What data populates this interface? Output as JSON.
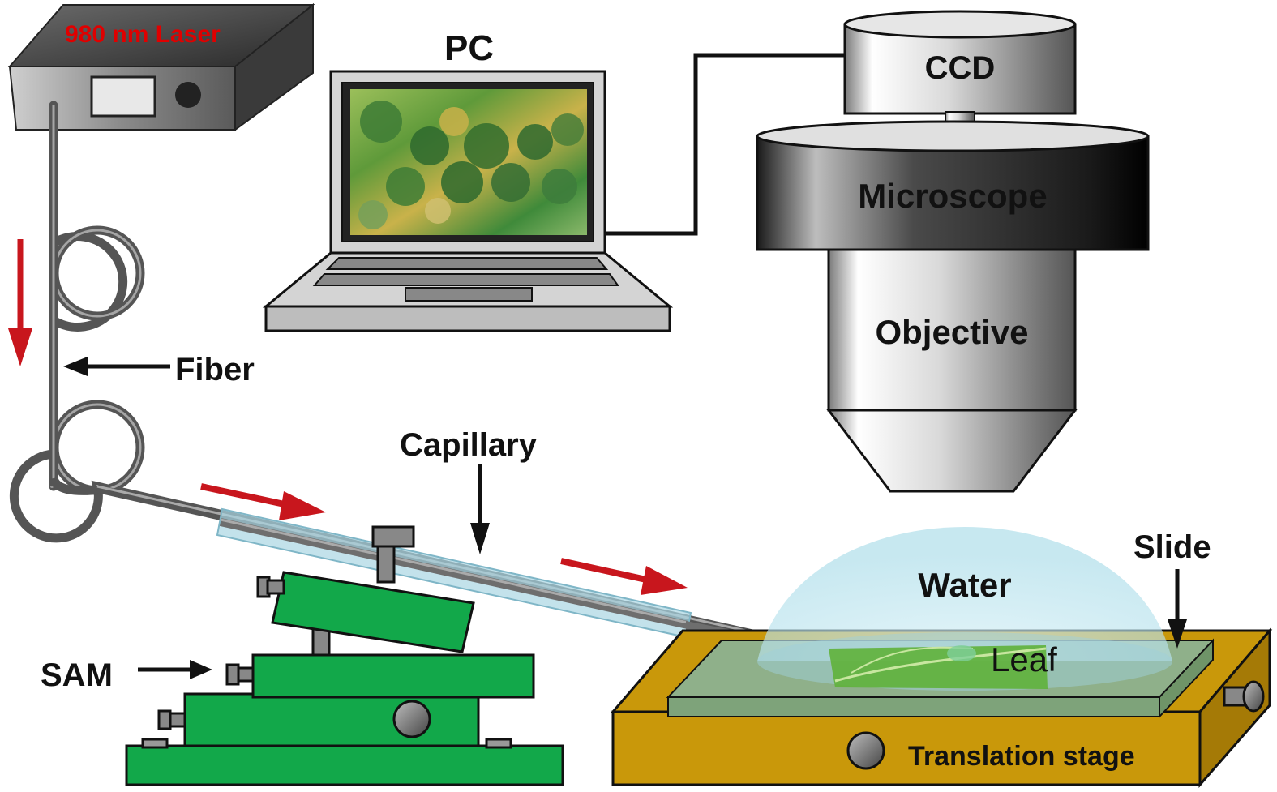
{
  "labels": {
    "laser": "980 nm Laser",
    "pc": "PC",
    "ccd": "CCD",
    "microscope": "Microscope",
    "objective": "Objective",
    "fiber": "Fiber",
    "capillary": "Capillary",
    "slide": "Slide",
    "water": "Water",
    "leaf": "Leaf",
    "sam": "SAM",
    "translation_stage": "Translation stage"
  },
  "colors": {
    "laser_text": "#e00000",
    "arrow_red": "#c8161d",
    "sam_green": "#12a84a",
    "stage_gold": "#c9980a",
    "slide_green": "#8fb08a",
    "water_blue": "#bfe6f0",
    "capillary_blue": "#a9d6e3",
    "fiber_gray": "#6e6e6e"
  }
}
